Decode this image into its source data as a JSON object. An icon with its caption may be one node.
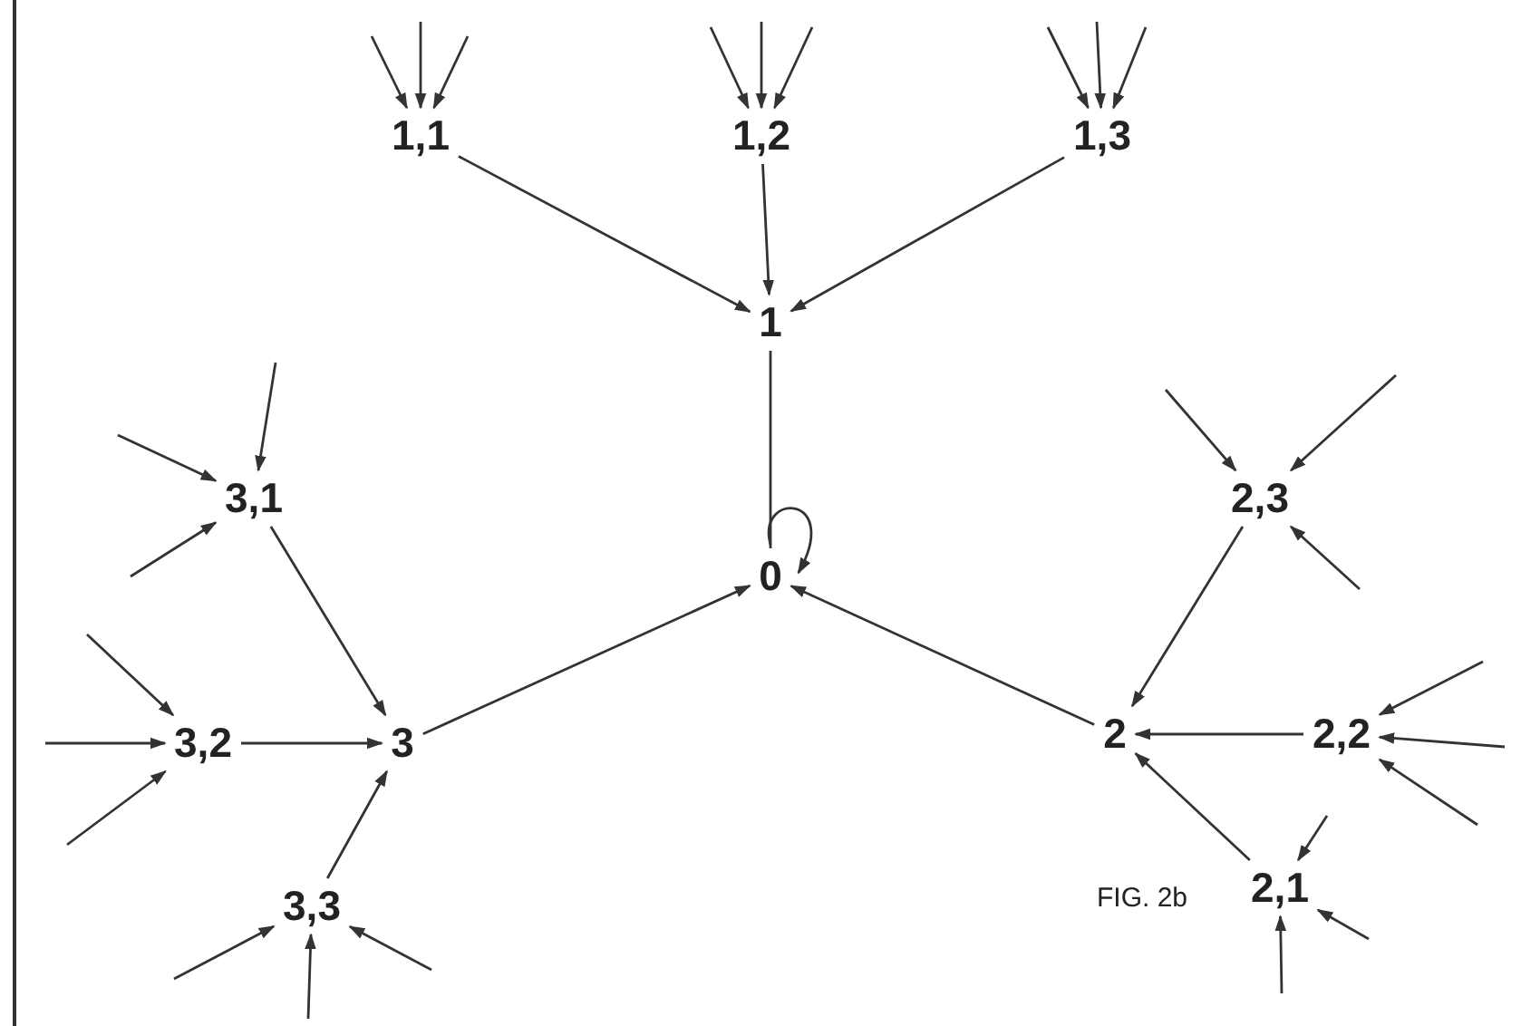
{
  "diagram": {
    "nodes": [
      {
        "text": [
          "1,1"
        ]
      },
      {
        "text": [
          "1,2"
        ]
      },
      {
        "text": [
          "1,3"
        ]
      },
      {
        "text": [
          "1"
        ]
      },
      {
        "text": [
          "3,1"
        ]
      },
      {
        "text": [
          "0"
        ]
      },
      {
        "text": [
          "2,3"
        ]
      },
      {
        "text": [
          "3,2"
        ]
      },
      {
        "text": [
          "3"
        ]
      },
      {
        "text": [
          "2"
        ]
      },
      {
        "text": [
          "2,2"
        ]
      },
      {
        "text": [
          "3,3"
        ]
      },
      {
        "text": [
          "2,1"
        ]
      }
    ],
    "edges": [
      {
        "from": 0,
        "to": 3,
        "arrow": "to"
      },
      {
        "from": 1,
        "to": 3,
        "arrow": "to"
      },
      {
        "from": 2,
        "to": 3,
        "arrow": "to"
      },
      {
        "from": 3,
        "to": 5,
        "arrow": "none"
      },
      {
        "from": 5,
        "to": 5,
        "arrow": "to"
      },
      {
        "from": 4,
        "to": 8,
        "arrow": "to"
      },
      {
        "from": 7,
        "to": 8,
        "arrow": "to"
      },
      {
        "from": 11,
        "to": 8,
        "arrow": "to"
      },
      {
        "from": 8,
        "to": 5,
        "arrow": "to"
      },
      {
        "from": 6,
        "to": 9,
        "arrow": "to"
      },
      {
        "from": 10,
        "to": 9,
        "arrow": "to"
      },
      {
        "from": 12,
        "to": 9,
        "arrow": "to"
      },
      {
        "from": 9,
        "to": 5,
        "arrow": "to"
      },
      {
        "from": null,
        "to": 0,
        "arrow": "to"
      },
      {
        "from": null,
        "to": 0,
        "arrow": "to"
      },
      {
        "from": null,
        "to": 0,
        "arrow": "to"
      },
      {
        "from": null,
        "to": 1,
        "arrow": "to"
      },
      {
        "from": null,
        "to": 1,
        "arrow": "to"
      },
      {
        "from": null,
        "to": 1,
        "arrow": "to"
      },
      {
        "from": null,
        "to": 2,
        "arrow": "to"
      },
      {
        "from": null,
        "to": 2,
        "arrow": "to"
      },
      {
        "from": null,
        "to": 2,
        "arrow": "to"
      },
      {
        "from": null,
        "to": 4,
        "arrow": "to"
      },
      {
        "from": null,
        "to": 4,
        "arrow": "to"
      },
      {
        "from": null,
        "to": 4,
        "arrow": "to"
      },
      {
        "from": null,
        "to": 7,
        "arrow": "to"
      },
      {
        "from": null,
        "to": 7,
        "arrow": "to"
      },
      {
        "from": null,
        "to": 7,
        "arrow": "to"
      },
      {
        "from": null,
        "to": 11,
        "arrow": "to"
      },
      {
        "from": null,
        "to": 11,
        "arrow": "to"
      },
      {
        "from": null,
        "to": 11,
        "arrow": "to"
      },
      {
        "from": null,
        "to": 6,
        "arrow": "to"
      },
      {
        "from": null,
        "to": 6,
        "arrow": "to"
      },
      {
        "from": null,
        "to": 6,
        "arrow": "to"
      },
      {
        "from": null,
        "to": 10,
        "arrow": "to"
      },
      {
        "from": null,
        "to": 10,
        "arrow": "to"
      },
      {
        "from": null,
        "to": 10,
        "arrow": "to"
      },
      {
        "from": null,
        "to": 12,
        "arrow": "to"
      },
      {
        "from": null,
        "to": 12,
        "arrow": "to"
      },
      {
        "from": null,
        "to": 12,
        "arrow": "to"
      }
    ],
    "labels": [
      "FIG. 2b"
    ]
  }
}
